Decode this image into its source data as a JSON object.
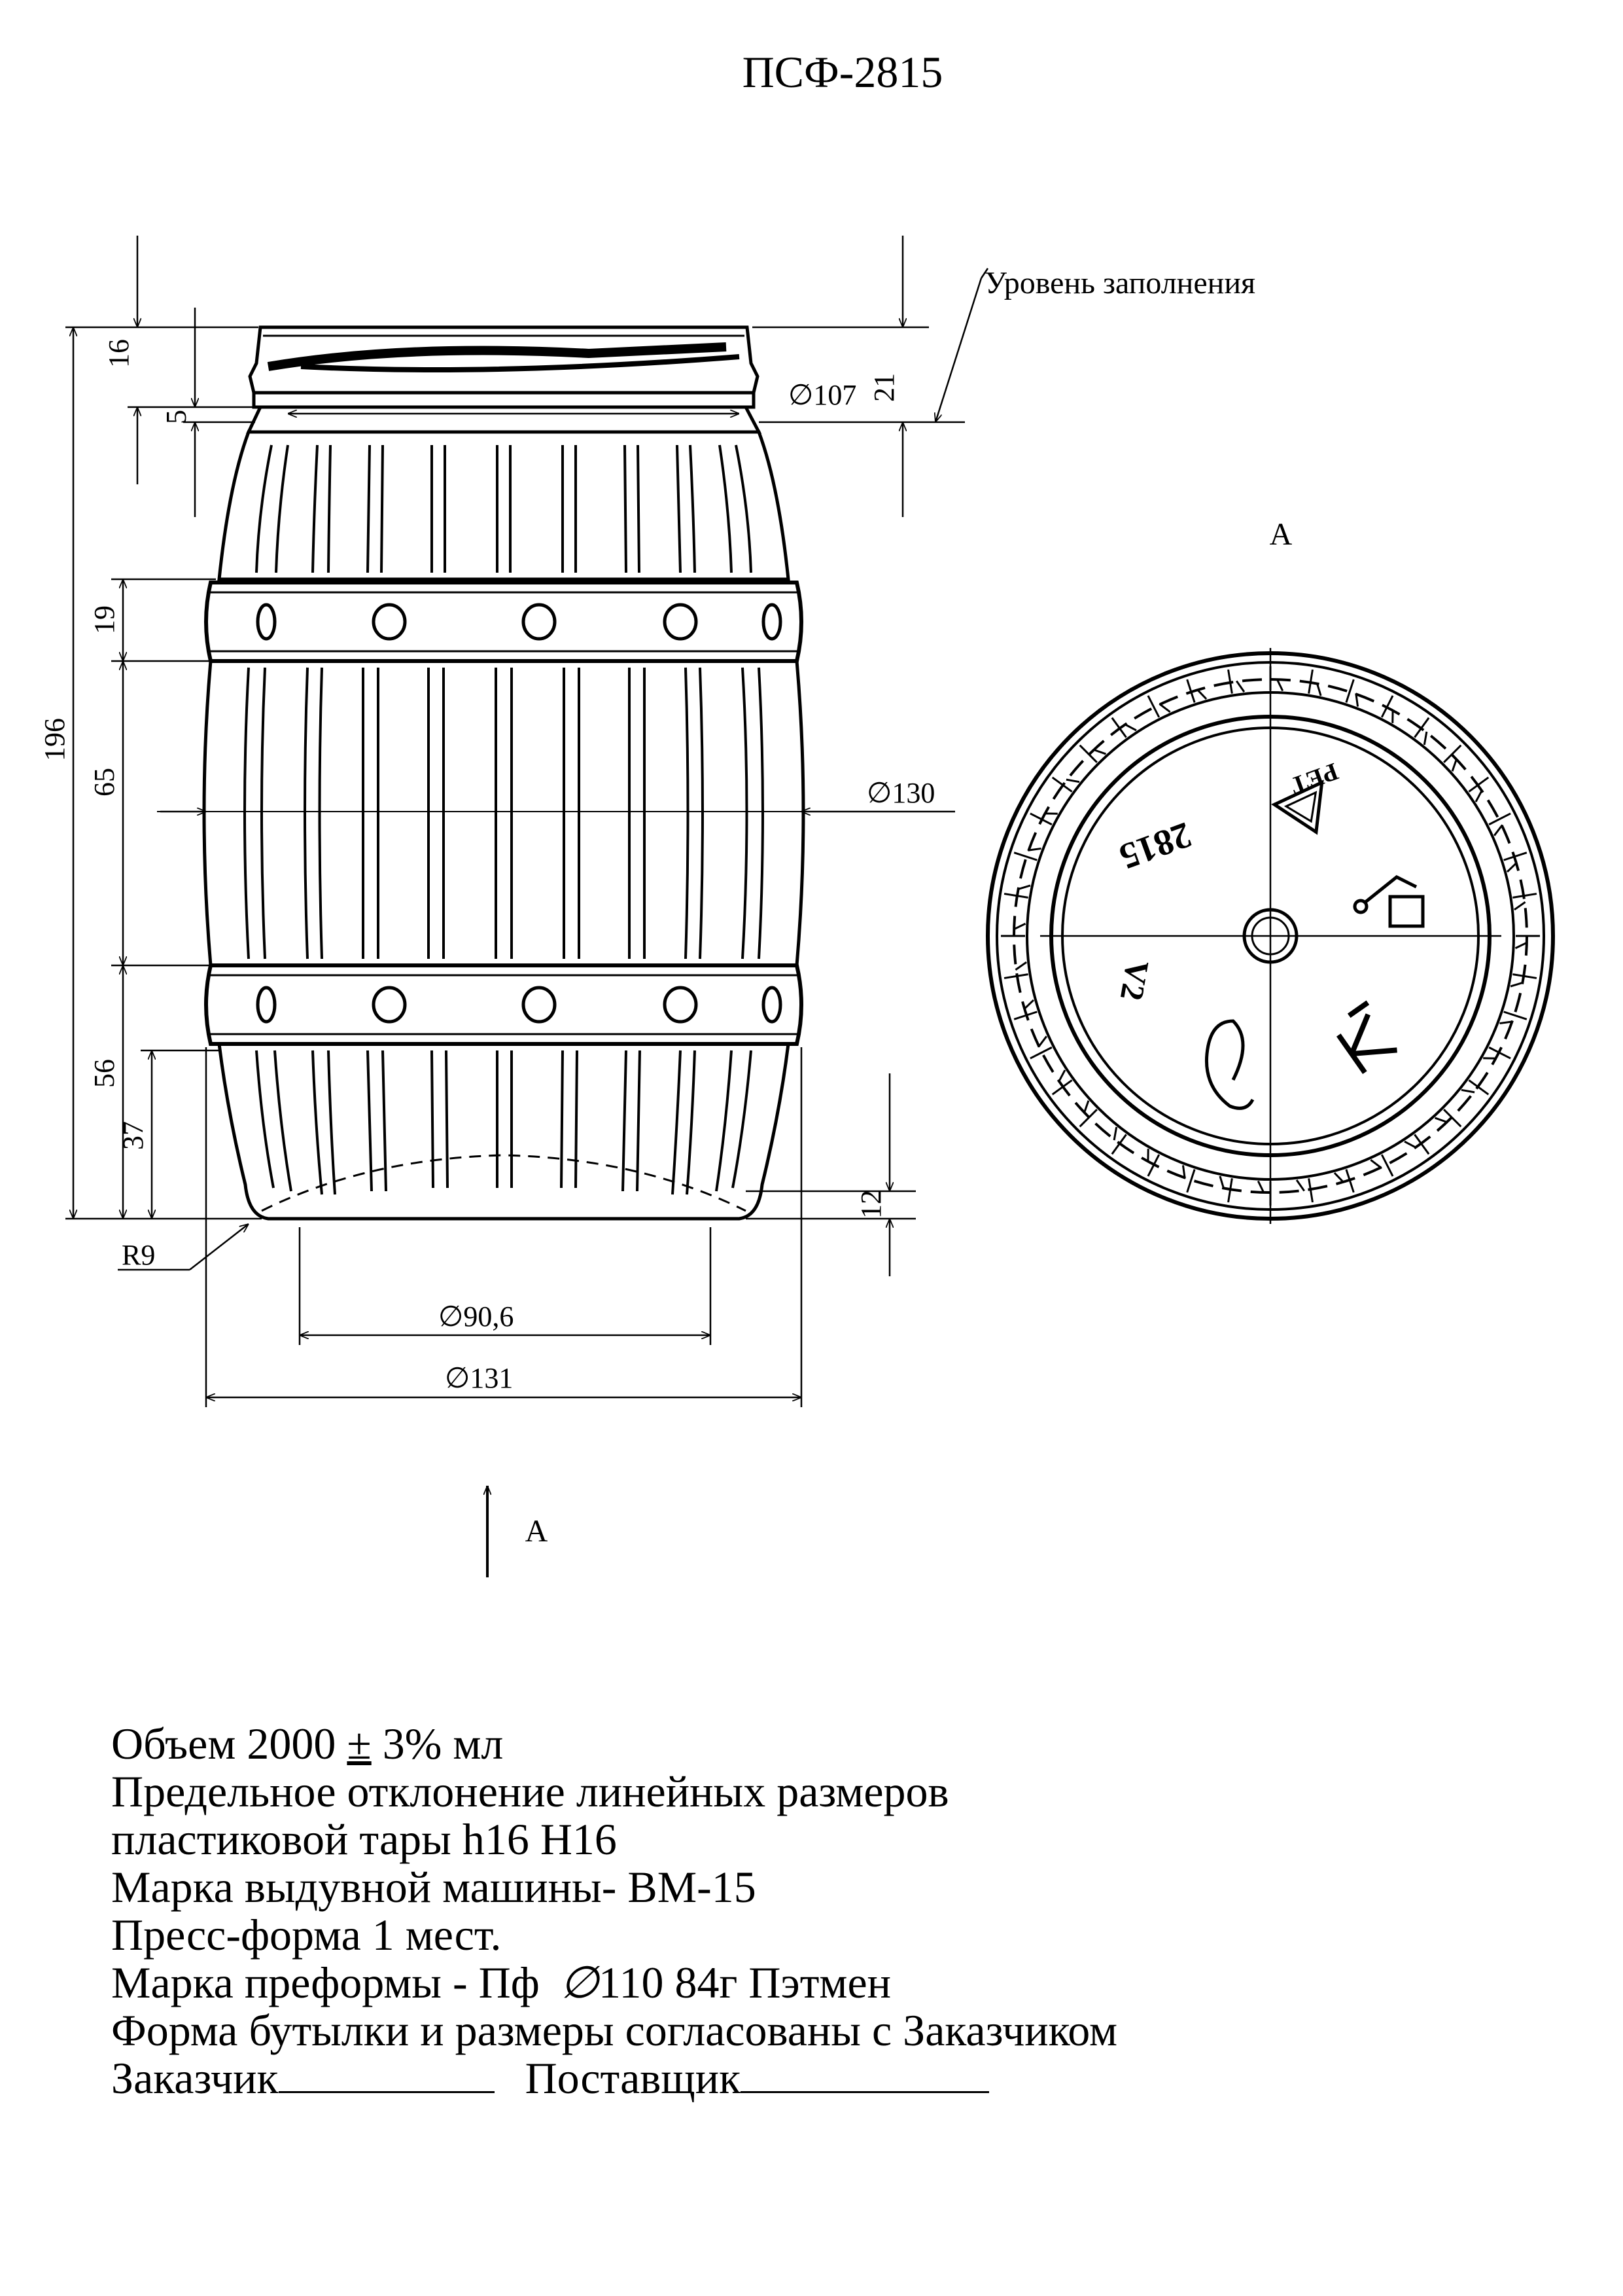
{
  "title": "ПСФ-2815",
  "fill_level_label": "Уровень заполнения",
  "view_label": "А",
  "dimensions": {
    "neck_height": "16",
    "neck_ring": "5",
    "finish_height": "21",
    "neck_diameter": "∅107",
    "hoop_height": "19",
    "mid_section": "65",
    "total_height": "196",
    "body_diameter": "∅130",
    "lower_section": "56",
    "lower_band": "37",
    "base_height": "12",
    "base_radius": "R9",
    "base_diameter": "∅90,6",
    "max_diameter": "∅131"
  },
  "bottom_marks": {
    "number": "2815",
    "cavity": "V2",
    "recycle": "PET"
  },
  "notes": {
    "volume": "Объем 2000",
    "tolerance_sign": "±",
    "volume_tol": "3% мл",
    "line2": "Предельное отклонение линейных размеров",
    "line3": "пластиковой тары h16 H16",
    "line4": "Марка выдувной машины- ВМ-15",
    "line5": "Пресс-форма 1 мест.",
    "line6_a": "Марка преформы - Пф",
    "line6_sym": "∅",
    "line6_b": "110 84г Пэтмен",
    "line7": "Форма бутылки и размеры согласованы с Заказчиком",
    "customer": "Заказчик",
    "supplier": "Поставщик"
  }
}
